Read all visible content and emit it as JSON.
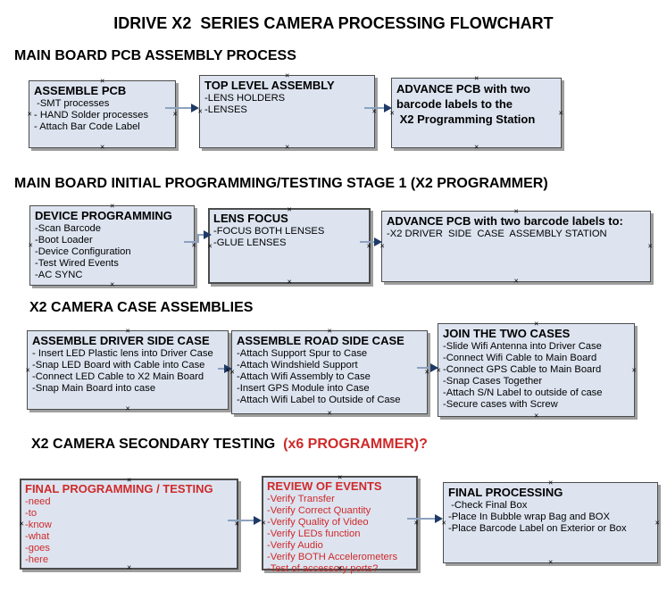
{
  "title": "IDRIVE X2  SERIES CAMERA PROCESSING FLOWCHART",
  "colors": {
    "red": "#cf2a2a",
    "box_fill": "#dde4f0",
    "box_border": "#4c4c4c",
    "box_shadow": "#9e9e9e",
    "arrow_line": "#8ca2bf",
    "arrow_head": "#1f3a66"
  },
  "sections": [
    {
      "header": "MAIN BOARD PCB ASSEMBLY PROCESS",
      "boxes": [
        {
          "title": "ASSEMBLE PCB",
          "items": [
            " -SMT processes",
            "- HAND Solder processes",
            "- Attach Bar Code Label"
          ]
        },
        {
          "title": "TOP LEVEL ASSEMBLY",
          "items": [
            "-LENS HOLDERS",
            "-LENSES"
          ]
        },
        {
          "title_lines": [
            "ADVANCE PCB with two",
            "barcode labels to the",
            " X2 Programming Station"
          ]
        }
      ]
    },
    {
      "header": "MAIN BOARD INITIAL PROGRAMMING/TESTING STAGE 1 (X2 PROGRAMMER)",
      "boxes": [
        {
          "title": "DEVICE PROGRAMMING",
          "items": [
            "-Scan Barcode",
            "-Boot Loader",
            "-Device Configuration",
            "-Test Wired Events",
            "-AC SYNC"
          ]
        },
        {
          "title": "LENS FOCUS",
          "items": [
            "-FOCUS BOTH LENSES",
            "-GLUE LENSES"
          ]
        },
        {
          "title": "ADVANCE PCB with two barcode labels to:",
          "items": [
            "-X2 DRIVER  SIDE  CASE  ASSEMBLY STATION"
          ]
        }
      ]
    },
    {
      "header": "X2 CAMERA CASE ASSEMBLIES",
      "boxes": [
        {
          "title": "ASSEMBLE DRIVER SIDE CASE",
          "items": [
            "- Insert LED Plastic lens into Driver Case",
            "-Snap LED Board with Cable into Case",
            "-Connect LED Cable to X2 Main Board",
            "-Snap Main Board into case"
          ]
        },
        {
          "title": "ASSEMBLE ROAD SIDE CASE",
          "items": [
            "-Attach Support Spur to Case",
            "-Attach Windshield Support",
            "-Attach Wifi Assembly to Case",
            "-Insert GPS Module into Case",
            "-Attach Wifi Label to Outside of Case"
          ]
        },
        {
          "title": "JOIN THE TWO CASES",
          "items": [
            "-Slide Wifi Antenna into Driver Case",
            "-Connect Wifi Cable to Main Board",
            "-Connect GPS Cable to Main Board",
            "-Snap Cases Together",
            "-Attach S/N Label to outside of case",
            "-Secure cases with Screw"
          ]
        }
      ]
    },
    {
      "header": "X2 CAMERA SECONDARY TESTING",
      "header_suffix": "  (x6 PROGRAMMER)?",
      "boxes": [
        {
          "title": "FINAL PROGRAMMING / TESTING",
          "color": "red",
          "items": [
            "-need",
            "-to",
            "-know",
            "-what",
            "-goes",
            "-here"
          ]
        },
        {
          "title": "REVIEW OF EVENTS",
          "color": "red",
          "items": [
            "-Verify Transfer",
            "-Verify Correct Quantity",
            "-Verify Quality of Video",
            "-Verify LEDs function",
            "-Verify Audio",
            "-Verify BOTH Accelerometers",
            "-Test of accessory ports?"
          ]
        },
        {
          "title": "FINAL PROCESSING",
          "items": [
            " -Check Final Box",
            "-Place In Bubble wrap Bag and BOX",
            "-Place Barcode Label on Exterior or Box"
          ]
        }
      ]
    }
  ]
}
